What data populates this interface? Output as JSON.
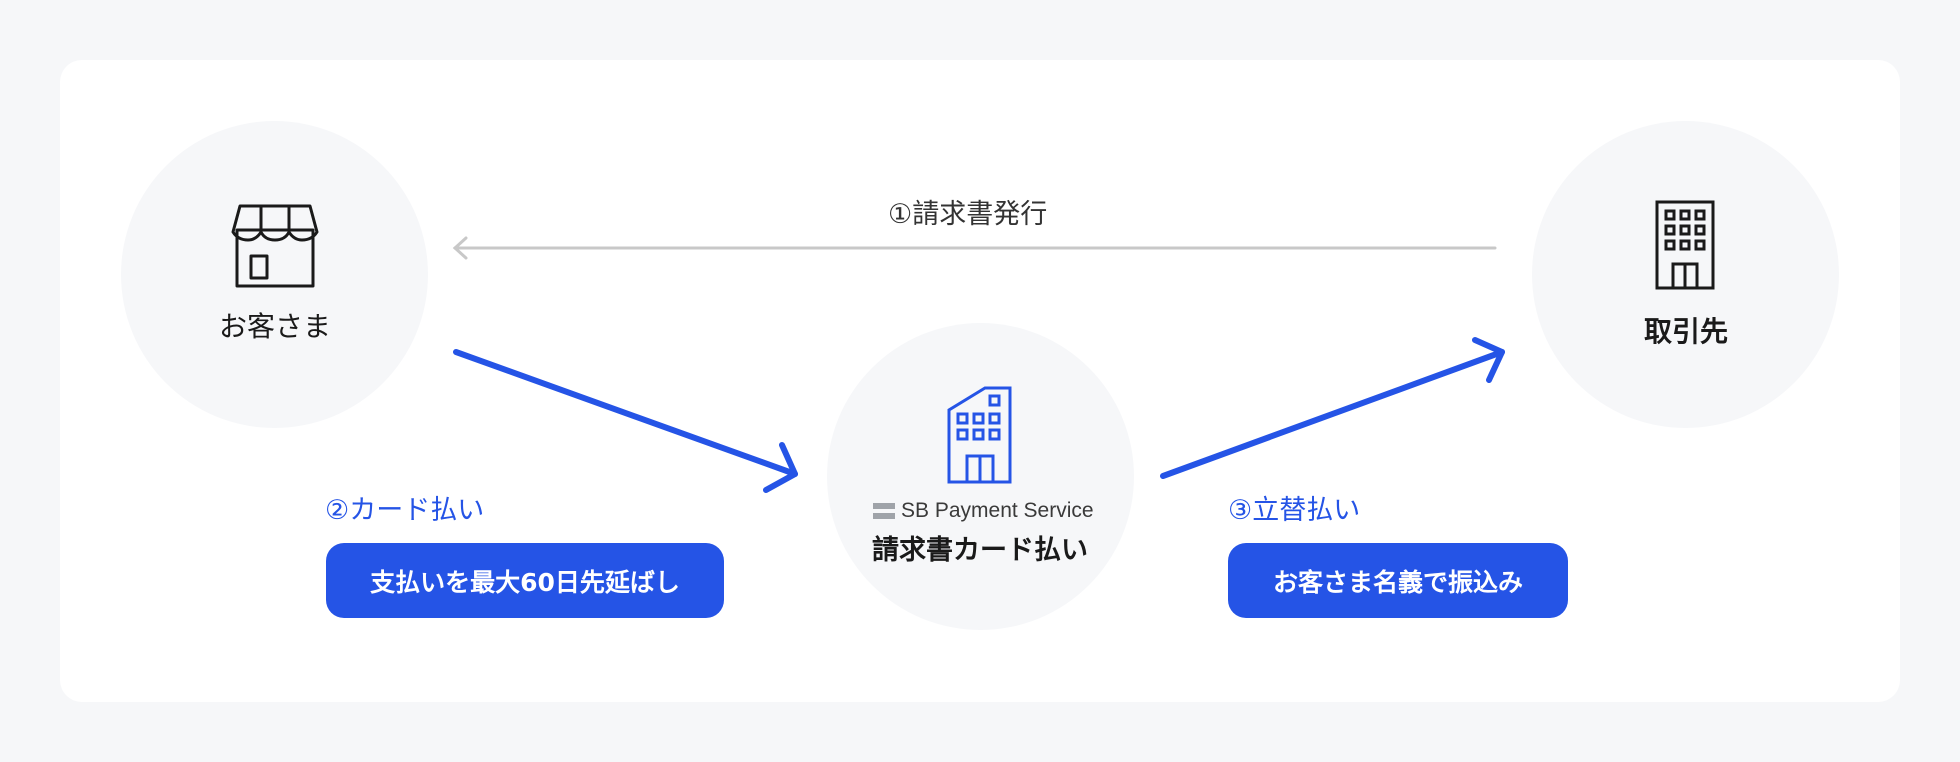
{
  "nodes": {
    "customer": {
      "label": "お客さま",
      "icon": "storefront-icon"
    },
    "partner": {
      "label": "取引先",
      "icon": "office-building-icon"
    },
    "service": {
      "logo_text": "SB Payment Service",
      "label": "請求書カード払い",
      "icon": "office-building-icon"
    }
  },
  "steps": [
    {
      "label": "①請求書発行"
    },
    {
      "label": "②カード払い",
      "detail": "支払いを最大60日先延ばし"
    },
    {
      "label": "③立替払い",
      "detail": "お客さま名義で振込み"
    }
  ],
  "colors": {
    "accent": "#2554e6",
    "node_bg": "#f6f7f9",
    "gray_arrow": "#c8c8c8",
    "icon": "#1a1a1a"
  }
}
